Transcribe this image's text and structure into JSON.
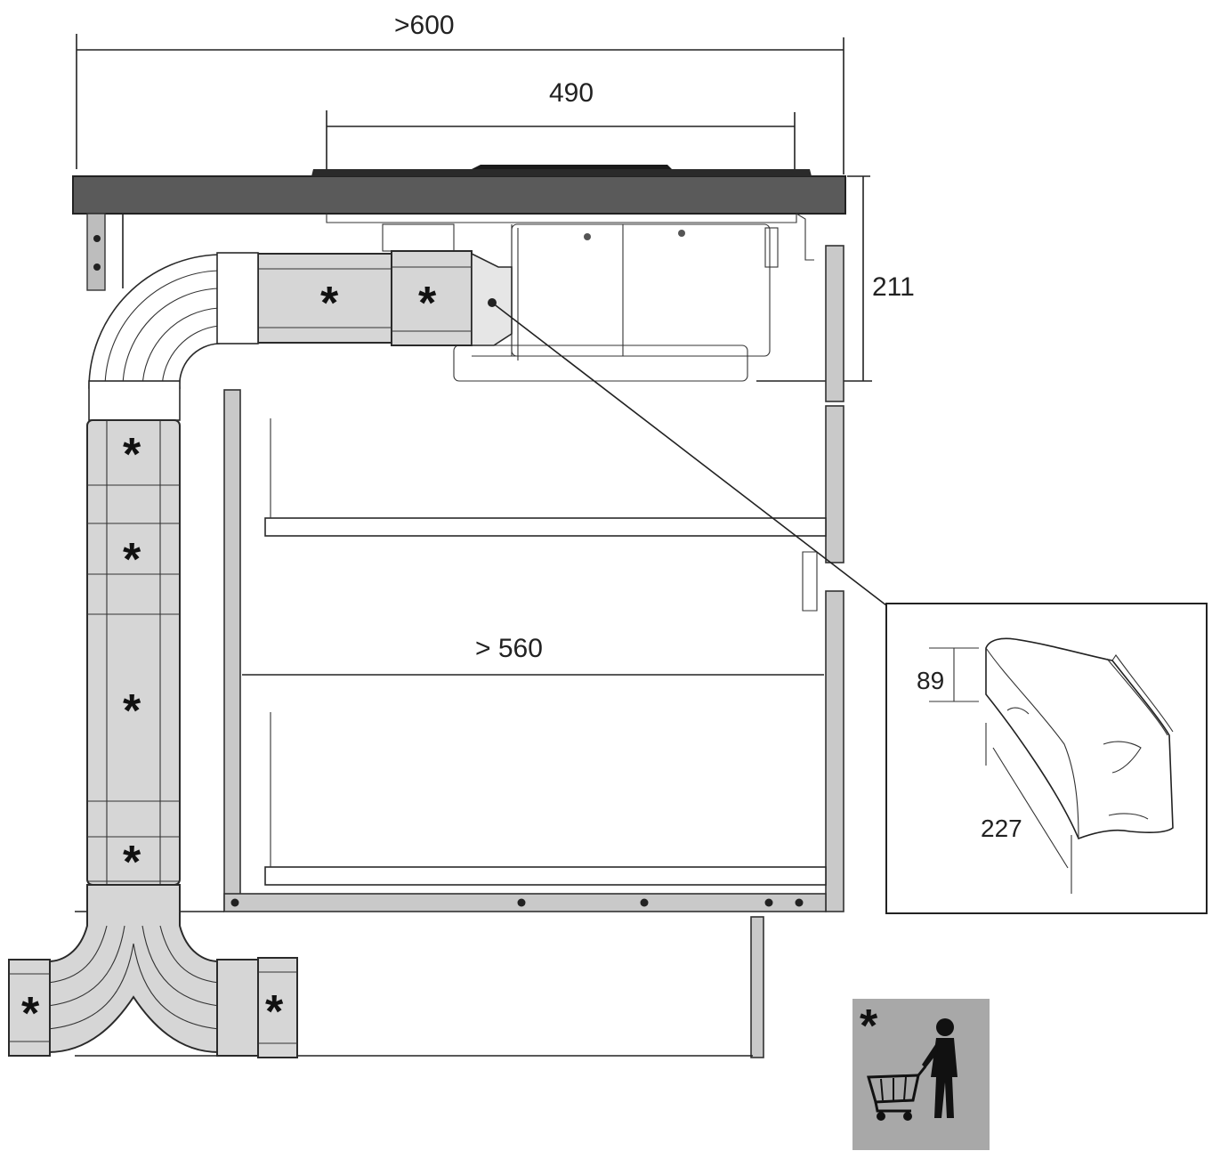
{
  "dimensions": {
    "total_width": ">600",
    "hob_width": "490",
    "hob_height": "211",
    "cabinet_depth": "> 560"
  },
  "detail": {
    "height": "89",
    "length": "227"
  },
  "duct_markers": {
    "symbol": "*",
    "legend_symbol": "*",
    "legend_icon": "shopping-person-icon"
  },
  "colors": {
    "worktop": "#5a5a5a",
    "panel": "#c9c9c9",
    "duct": "#d6d6d6",
    "legend_bg": "#a8a8a8"
  }
}
